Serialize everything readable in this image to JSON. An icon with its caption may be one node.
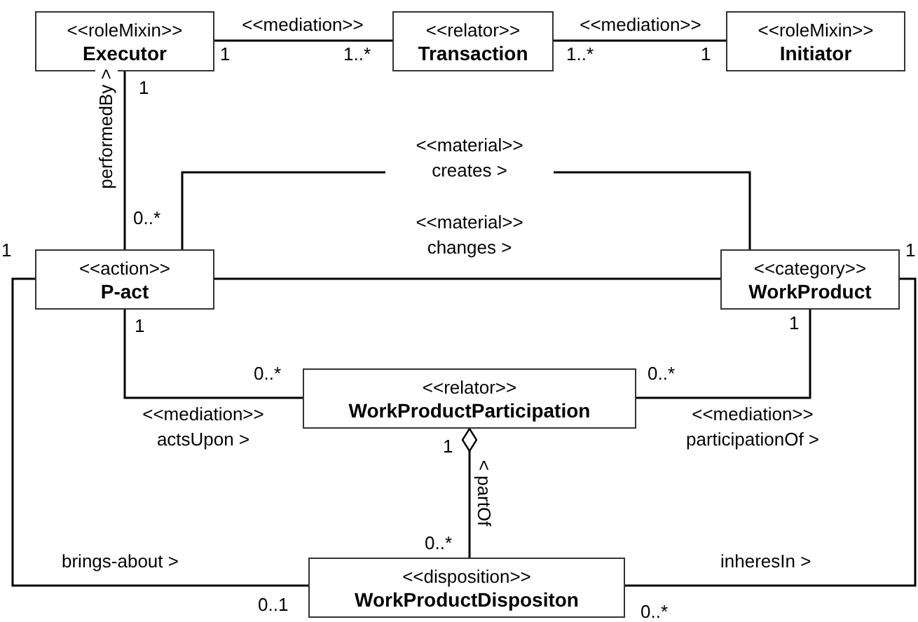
{
  "diagram": {
    "nodes": [
      {
        "text": [
          "<<roleMixin>>",
          "Executor"
        ]
      },
      {
        "text": [
          "<<relator>>",
          "Transaction"
        ]
      },
      {
        "text": [
          "<<roleMixin>>",
          "Initiator"
        ]
      },
      {
        "text": [
          "<<action>>",
          "P-act"
        ]
      },
      {
        "text": [
          "<<category>>",
          "WorkProduct"
        ]
      },
      {
        "text": [
          "<<relator>>",
          "WorkProductParticipation"
        ]
      },
      {
        "text": [
          "<<disposition>>",
          "WorkProductDispositon"
        ]
      }
    ],
    "edges": [
      {
        "from": 0,
        "to": 1,
        "arrow": "none",
        "label": "<<mediation>>"
      },
      {
        "from": 1,
        "to": 2,
        "arrow": "none",
        "label": "<<mediation>>"
      },
      {
        "from": 0,
        "to": 3,
        "arrow": "none",
        "label": "performedBy >"
      },
      {
        "from": 3,
        "to": 4,
        "arrow": "none",
        "label": "<<material>> creates >"
      },
      {
        "from": 3,
        "to": 4,
        "arrow": "none",
        "label": "<<material>> changes >"
      },
      {
        "from": 3,
        "to": 5,
        "arrow": "none",
        "label": "<<mediation>> actsUpon >"
      },
      {
        "from": 4,
        "to": 5,
        "arrow": "none",
        "label": "<<mediation>> participationOf >"
      },
      {
        "from": 5,
        "to": 6,
        "arrow": "other",
        "label": "< partOf"
      },
      {
        "from": 3,
        "to": 6,
        "arrow": "none",
        "label": "brings-about >"
      },
      {
        "from": 4,
        "to": 6,
        "arrow": "none",
        "label": "inheresIn >"
      }
    ],
    "labels": [
      "1",
      "1..*",
      "1..*",
      "1",
      "1",
      "0..*",
      "1",
      "1",
      "1",
      "1",
      "0..*",
      "0..*",
      "1",
      "0..*",
      "0..1",
      "0..*"
    ]
  }
}
